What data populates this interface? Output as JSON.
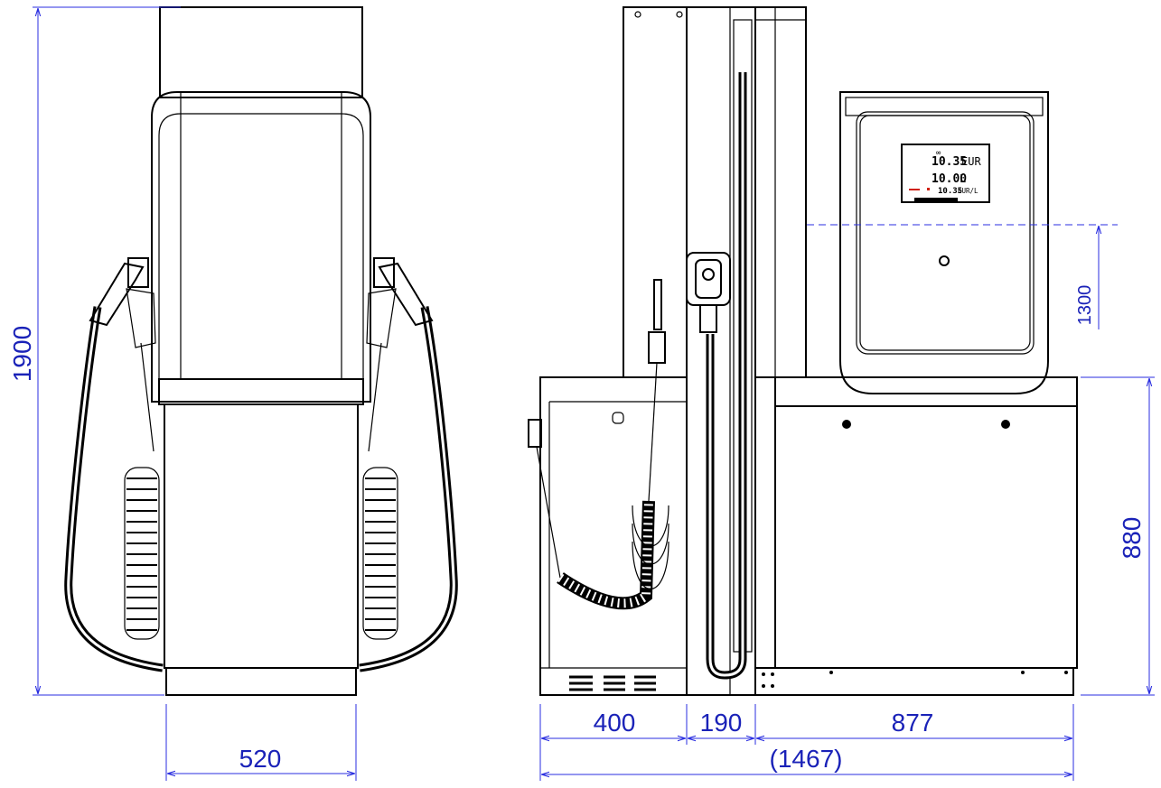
{
  "dimensions": {
    "total_height": "1900",
    "front_width": "520",
    "base_depth": "400",
    "hose_column": "190",
    "cabinet_width": "877",
    "total_length": "(1467)",
    "display_height": "1300",
    "base_height": "880"
  },
  "display": {
    "amount": "10.35",
    "amount_unit": "EUR",
    "volume": "10.00",
    "volume_unit": "L",
    "price": "10.35",
    "price_unit": "EUR/L"
  },
  "colors": {
    "dimension": "#1a22b8",
    "line": "#000000",
    "indicator": "#d02010"
  }
}
